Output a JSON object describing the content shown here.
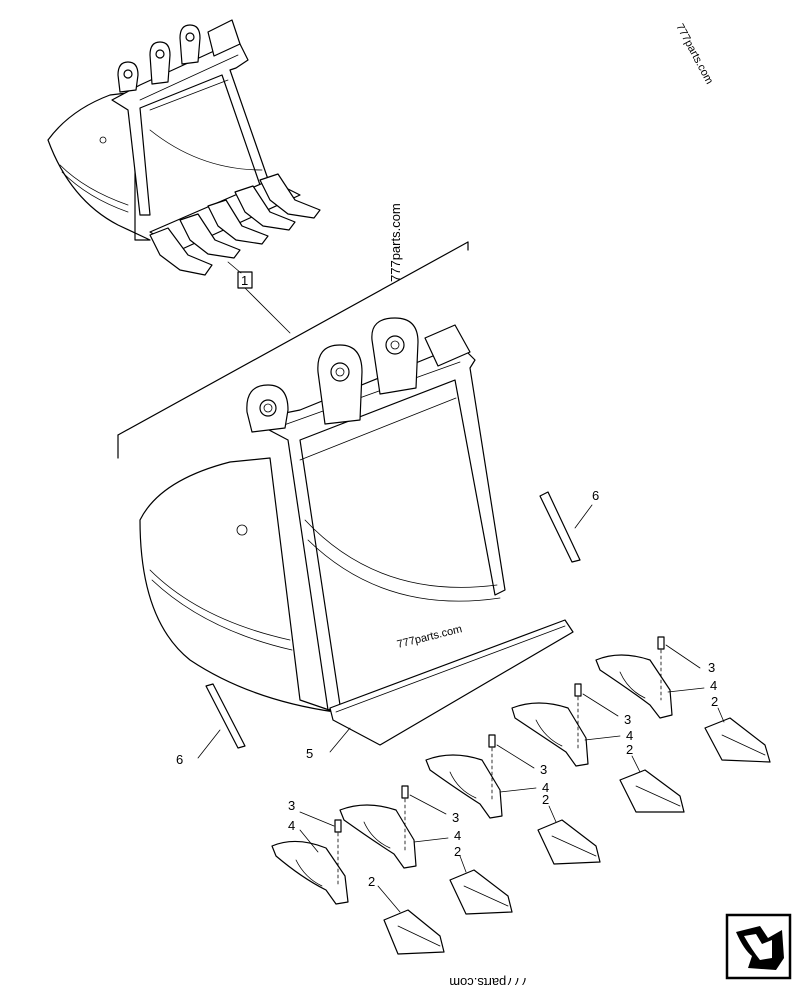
{
  "watermarks": {
    "top_right": "777parts.com",
    "middle_vertical": "777parts.com",
    "center": "777parts.com",
    "bottom": "777parts.com"
  },
  "callouts": {
    "assembly": "1",
    "tooth": "2",
    "pin": "3",
    "retainer": "4",
    "cutting_edge": "5",
    "side_cutter": "6"
  },
  "icons": {
    "nav": "next-page-arrow-icon"
  }
}
